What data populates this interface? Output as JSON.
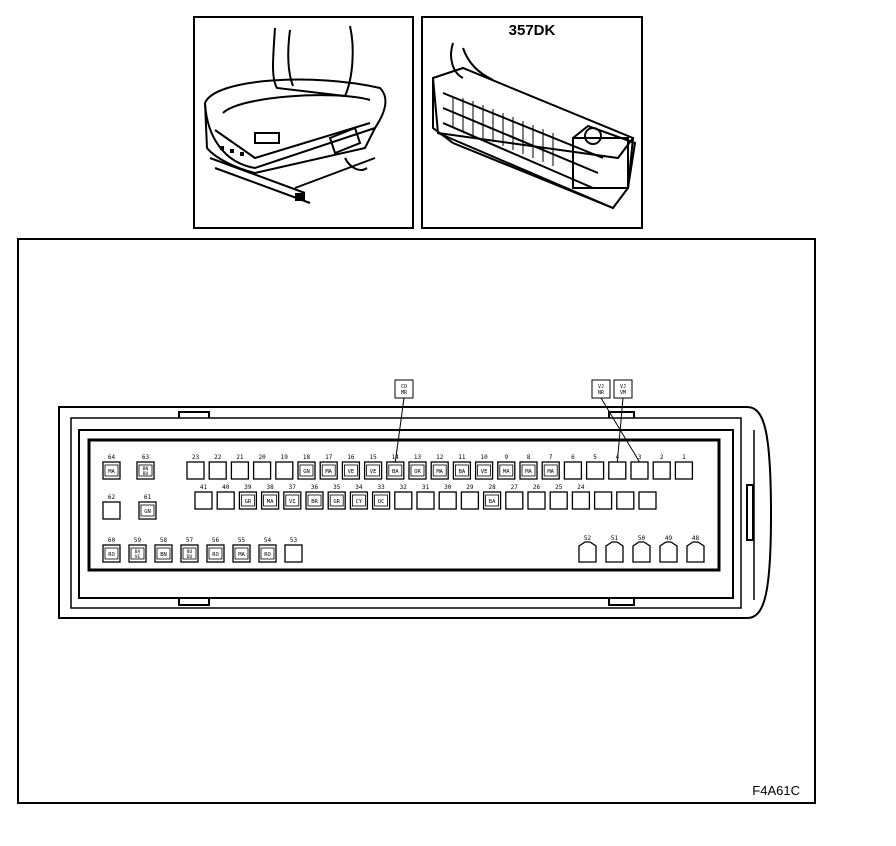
{
  "seat_view": {
    "label": ""
  },
  "ecu_view": {
    "part_code": "357DK"
  },
  "figure": {
    "code": "F4A61C"
  },
  "connector": {
    "callouts": [
      {
        "text": "CO MR",
        "pin": "14"
      },
      {
        "text": "VJ NR",
        "pin": "3"
      },
      {
        "text": "VJ VM",
        "pin": "4"
      }
    ],
    "row1_numbers": [
      "23",
      "22",
      "21",
      "20",
      "19",
      "18",
      "17",
      "16",
      "15",
      "14",
      "13",
      "12",
      "11",
      "10",
      "9",
      "8",
      "7",
      "6",
      "5",
      "4",
      "3",
      "2",
      "1"
    ],
    "row1_labels": [
      "",
      "",
      "",
      "",
      "",
      "GN",
      "MA",
      "VE",
      "VE",
      "BA",
      "OR",
      "MA",
      "BA",
      "VE",
      "MA",
      "MA",
      "MA",
      "",
      "",
      "",
      "",
      "",
      ""
    ],
    "row2_numbers": [
      "41",
      "40",
      "39",
      "38",
      "37",
      "36",
      "35",
      "34",
      "33",
      "32",
      "31",
      "30",
      "29",
      "28",
      "27",
      "26",
      "25",
      "24",
      "",
      "",
      ""
    ],
    "row2_labels": [
      "",
      "",
      "GR",
      "MA",
      "VI",
      "BR",
      "GR",
      "CY",
      "OC",
      "",
      "",
      "",
      "",
      "BA",
      "",
      "",
      "",
      "",
      "",
      "",
      ""
    ],
    "row3_left": [
      {
        "num": "60",
        "label": "RO"
      },
      {
        "num": "59",
        "label": "BA VE"
      },
      {
        "num": "58",
        "label": "BN"
      },
      {
        "num": "57",
        "label": "BU BU"
      },
      {
        "num": "56",
        "label": "RO"
      },
      {
        "num": "55",
        "label": "MA"
      },
      {
        "num": "54",
        "label": "RO"
      },
      {
        "num": "53",
        "label": ""
      }
    ],
    "row3_right": [
      "52",
      "51",
      "50",
      "49",
      "48"
    ],
    "left_block": [
      {
        "num": "64",
        "label": "MA"
      },
      {
        "num": "63",
        "label": "BN BU"
      },
      {
        "num": "62",
        "label": ""
      },
      {
        "num": "61",
        "label": "GN"
      }
    ]
  }
}
